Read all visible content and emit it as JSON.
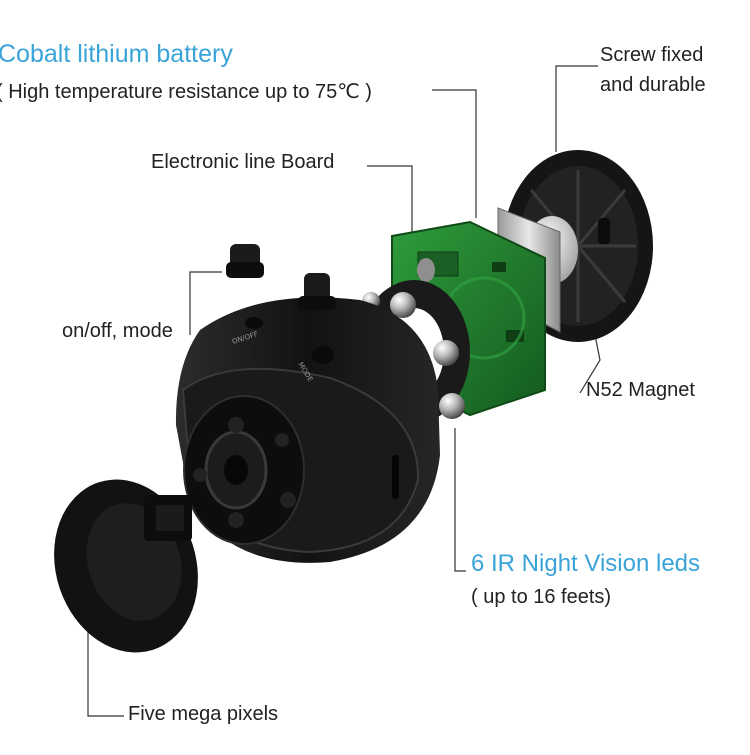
{
  "labels": {
    "battery_title": "Cobalt lithium battery",
    "battery_note": "( High temperature resistance up to 75℃ )",
    "screw_line1": "Screw fixed",
    "screw_line2": "and durable",
    "board": "Electronic line Board",
    "switch": "on/off, mode",
    "magnet": "N52 Magnet",
    "ir_title": "6 IR Night Vision leds",
    "ir_note": "( up to 16 feets)",
    "camera": "Five mega pixels"
  },
  "device_markings": {
    "mode": "MODE",
    "on_off": "ON/OFF"
  },
  "colors": {
    "accent": "#3aa3d8",
    "text": "#222222",
    "pcb_green": "#1f7a2c",
    "housing": "#161616"
  }
}
